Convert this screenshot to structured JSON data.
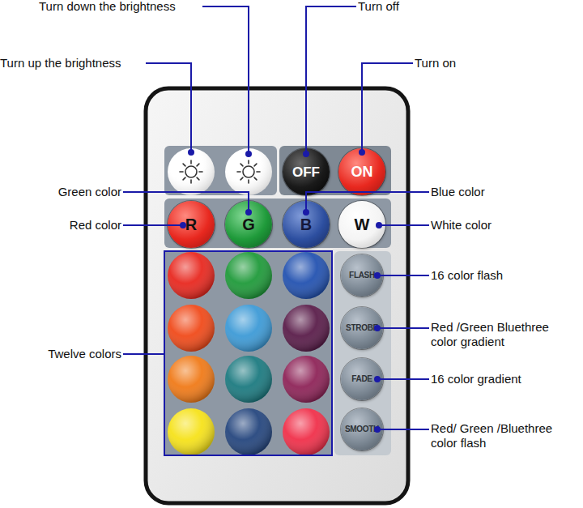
{
  "diagram": {
    "nodes": [
      {
        "text": [
          "OFF"
        ]
      },
      {
        "text": [
          "ON"
        ]
      },
      {
        "text": [
          "R"
        ]
      },
      {
        "text": [
          "G"
        ]
      },
      {
        "text": [
          "B"
        ]
      },
      {
        "text": [
          "W"
        ]
      },
      {
        "text": [
          "FLASH"
        ]
      },
      {
        "text": [
          "STROBE"
        ]
      },
      {
        "text": [
          "FADE"
        ]
      },
      {
        "text": [
          "SMOOTH"
        ]
      }
    ],
    "labels": [
      "Turn down the brightness",
      "Turn off",
      "Turn up the brightness",
      "Turn on",
      "Green color",
      "Blue color",
      "Red color",
      "White color",
      "16 color flash",
      "Red /Green Bluethree color gradient",
      "Twelve colors",
      "16 color gradient",
      "Red/ Green /Bluethree color flash"
    ]
  }
}
